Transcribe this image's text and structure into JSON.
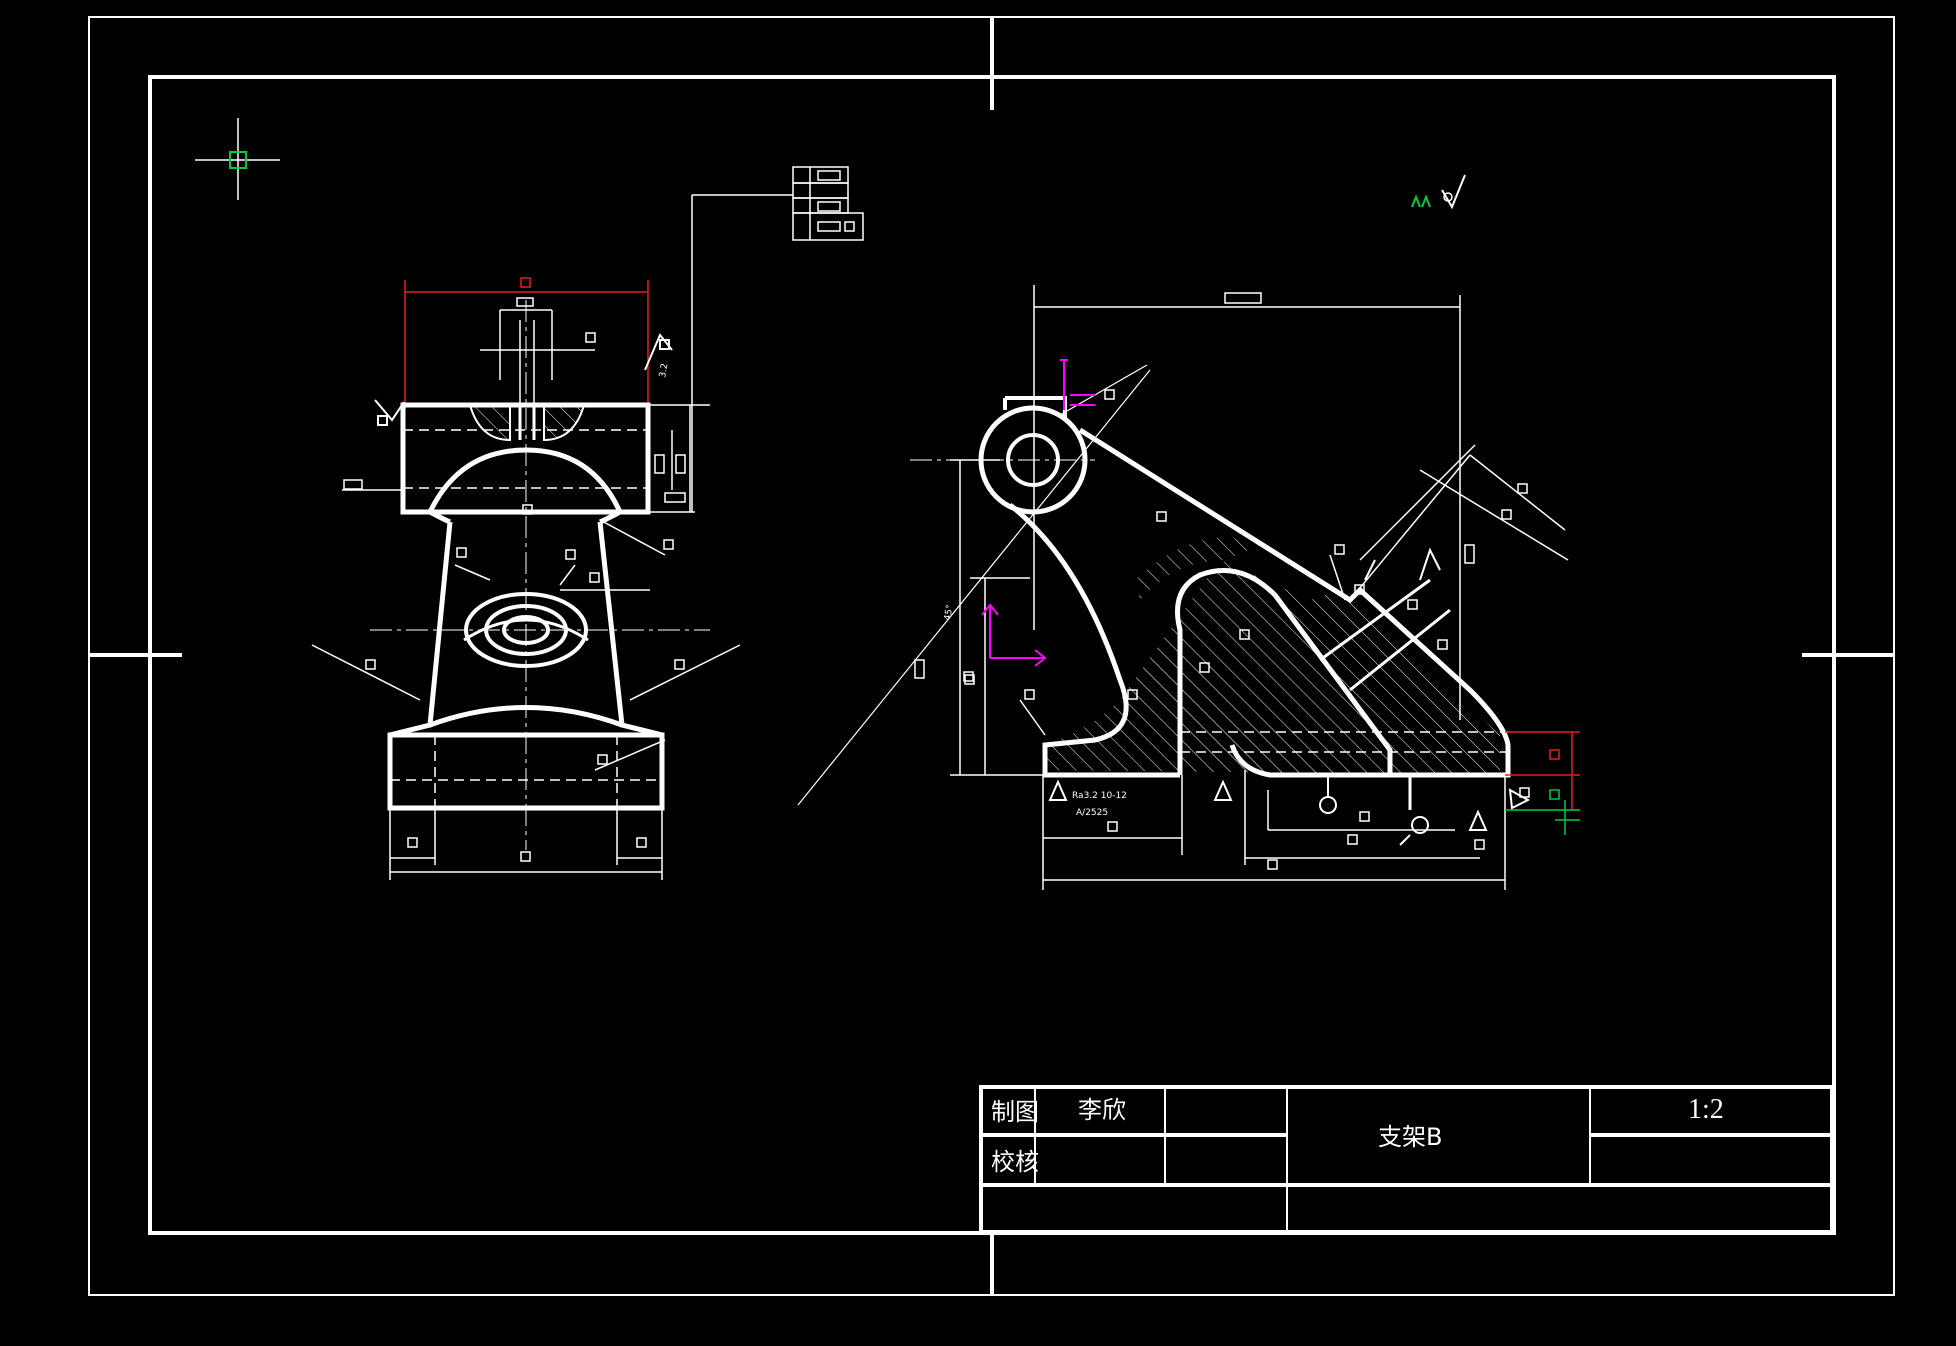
{
  "title_block": {
    "drawn_label": "制图",
    "drawn_name": "李欣",
    "checked_label": "校核",
    "part_name": "支架B",
    "scale": "1:2"
  },
  "annotations": {
    "base_note_1": "Ra3.2 10-12",
    "base_note_2": "A/2525",
    "angle_note": "45°",
    "roughness_note": "3.2"
  },
  "colors": {
    "background": "#000000",
    "line": "#ffffff",
    "dimension_red": "#e02020",
    "ucs_magenta": "#ff00ff",
    "cursor_green": "#00cc44"
  }
}
